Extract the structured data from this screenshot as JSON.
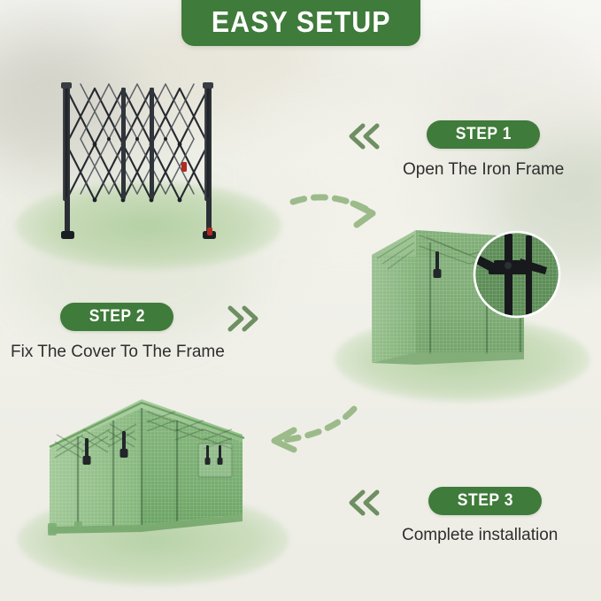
{
  "header": {
    "title": "EASY SETUP",
    "badge_color": "#3f7b3a"
  },
  "theme": {
    "brand_green": "#3f7b3a",
    "chevron_green": "#6e8f62",
    "arrow_green": "#8fae7e",
    "ground_green": "#a8ca96",
    "caption_color": "#2e2e2e",
    "background": "#f1f1ea"
  },
  "steps": [
    {
      "badge_label": "STEP 1",
      "caption": "Open The Iron Frame",
      "chevron_icon": "chevron-double-left-icon",
      "chevron_direction": "left",
      "product": "folding-iron-frame"
    },
    {
      "badge_label": "STEP 2",
      "caption": "Fix The Cover To The Frame",
      "chevron_icon": "chevron-double-right-icon",
      "chevron_direction": "right",
      "product": "greenhouse-cover-partial"
    },
    {
      "badge_label": "STEP 3",
      "caption": "Complete installation",
      "chevron_icon": "chevron-double-left-icon",
      "chevron_direction": "left",
      "product": "greenhouse-complete"
    }
  ],
  "arrows": [
    {
      "name": "arrow-step1-to-step2",
      "direction": "right",
      "style": "dashed-curved"
    },
    {
      "name": "arrow-step2-to-step3",
      "direction": "left",
      "style": "dashed-curved"
    }
  ],
  "detail_inset": {
    "name": "frame-clamp-detail",
    "description": "close-up of black frame clamp joint on green mesh"
  }
}
